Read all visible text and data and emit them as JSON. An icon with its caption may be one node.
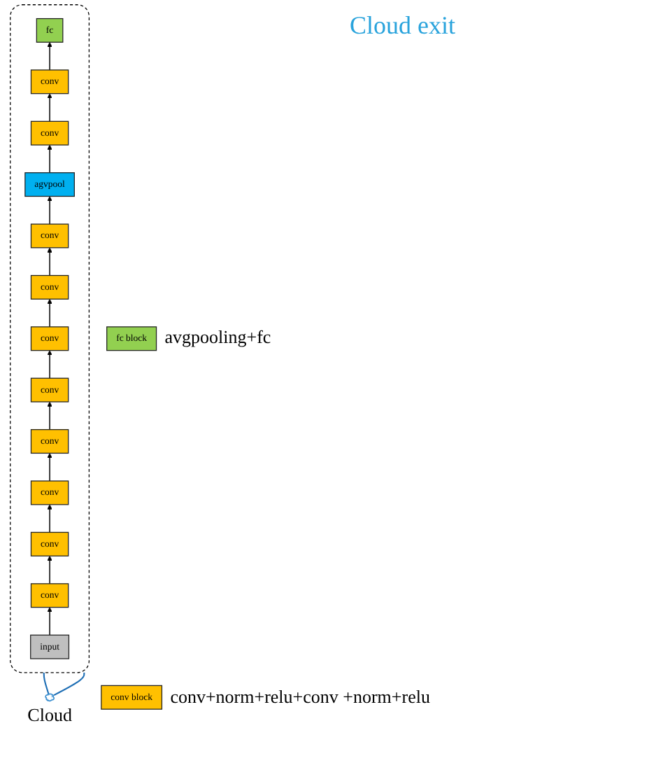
{
  "diagram": {
    "nodes": [
      {
        "text": [],
        "shape": "box"
      },
      {
        "text": [
          "fc"
        ],
        "in": 0
      },
      {
        "text": [
          "conv"
        ],
        "in": 0
      },
      {
        "text": [
          "conv"
        ],
        "in": 0
      },
      {
        "text": [
          "agvpool"
        ],
        "in": 0
      },
      {
        "text": [
          "conv"
        ],
        "in": 0
      },
      {
        "text": [
          "conv"
        ],
        "in": 0
      },
      {
        "text": [
          "conv"
        ],
        "in": 0
      },
      {
        "text": [
          "conv"
        ],
        "in": 0
      },
      {
        "text": [
          "conv"
        ],
        "in": 0
      },
      {
        "text": [
          "conv"
        ],
        "in": 0
      },
      {
        "text": [
          "conv"
        ],
        "in": 0
      },
      {
        "text": [
          "conv"
        ],
        "in": 0
      },
      {
        "text": [
          "input"
        ],
        "in": 0
      },
      {
        "text": [],
        "shape": "cloud",
        "beside": [
          "Cloud"
        ]
      },
      {
        "text": [
          "fc block"
        ],
        "beside": [
          "avgpooling+fc"
        ]
      },
      {
        "text": [
          "conv block"
        ],
        "beside": [
          "conv+norm+relu+conv +norm+relu"
        ]
      }
    ],
    "edges": [
      {
        "from": 13,
        "to": 12,
        "arrow": "to"
      },
      {
        "from": 12,
        "to": 11,
        "arrow": "to"
      },
      {
        "from": 11,
        "to": 10,
        "arrow": "to"
      },
      {
        "from": 10,
        "to": 9,
        "arrow": "to"
      },
      {
        "from": 9,
        "to": 8,
        "arrow": "to"
      },
      {
        "from": 8,
        "to": 7,
        "arrow": "to"
      },
      {
        "from": 7,
        "to": 6,
        "arrow": "to"
      },
      {
        "from": 6,
        "to": 5,
        "arrow": "to"
      },
      {
        "from": 5,
        "to": 4,
        "arrow": "to"
      },
      {
        "from": 4,
        "to": 3,
        "arrow": "to"
      },
      {
        "from": 3,
        "to": 2,
        "arrow": "to"
      },
      {
        "from": 2,
        "to": 1,
        "arrow": "to"
      },
      {
        "from": 14,
        "to": 0,
        "arrow": "none",
        "color": "#1f6fb5"
      },
      {
        "from": 14,
        "to": 0,
        "arrow": "none",
        "color": "#1f6fb5"
      }
    ],
    "labels": [
      "Cloud exit"
    ]
  }
}
